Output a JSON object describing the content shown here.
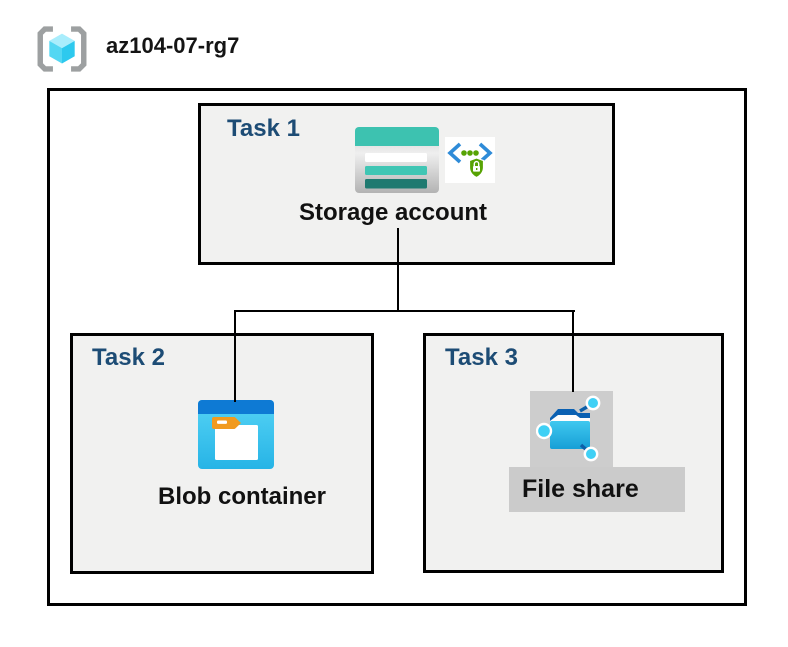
{
  "header": {
    "title": "az104-07-rg7",
    "icon": "resource-group-icon"
  },
  "colors": {
    "task_label": "#1d4c75",
    "box_background": "#f1f1f0",
    "border": "#000000",
    "highlight_gray": "#cdcdcd",
    "storage_teal": "#3dc2b0",
    "storage_teal_dark": "#1f7a70",
    "blob_bar_blue": "#0e7ad4",
    "cyan": "#35c8f2",
    "folder_tab_orange": "#f19a1e",
    "shield_green": "#57a304",
    "chevron_blue": "#2e8bd8",
    "bracket_gray": "#9da0a1"
  },
  "diagram": {
    "tasks": [
      {
        "label": "Task 1",
        "item_label": "Storage account",
        "icons": [
          "storage-account-icon",
          "shared-access-signature-icon"
        ]
      },
      {
        "label": "Task 2",
        "item_label": "Blob container",
        "icons": [
          "blob-container-icon"
        ]
      },
      {
        "label": "Task 3",
        "item_label": "File share",
        "icons": [
          "file-share-icon"
        ]
      }
    ]
  }
}
